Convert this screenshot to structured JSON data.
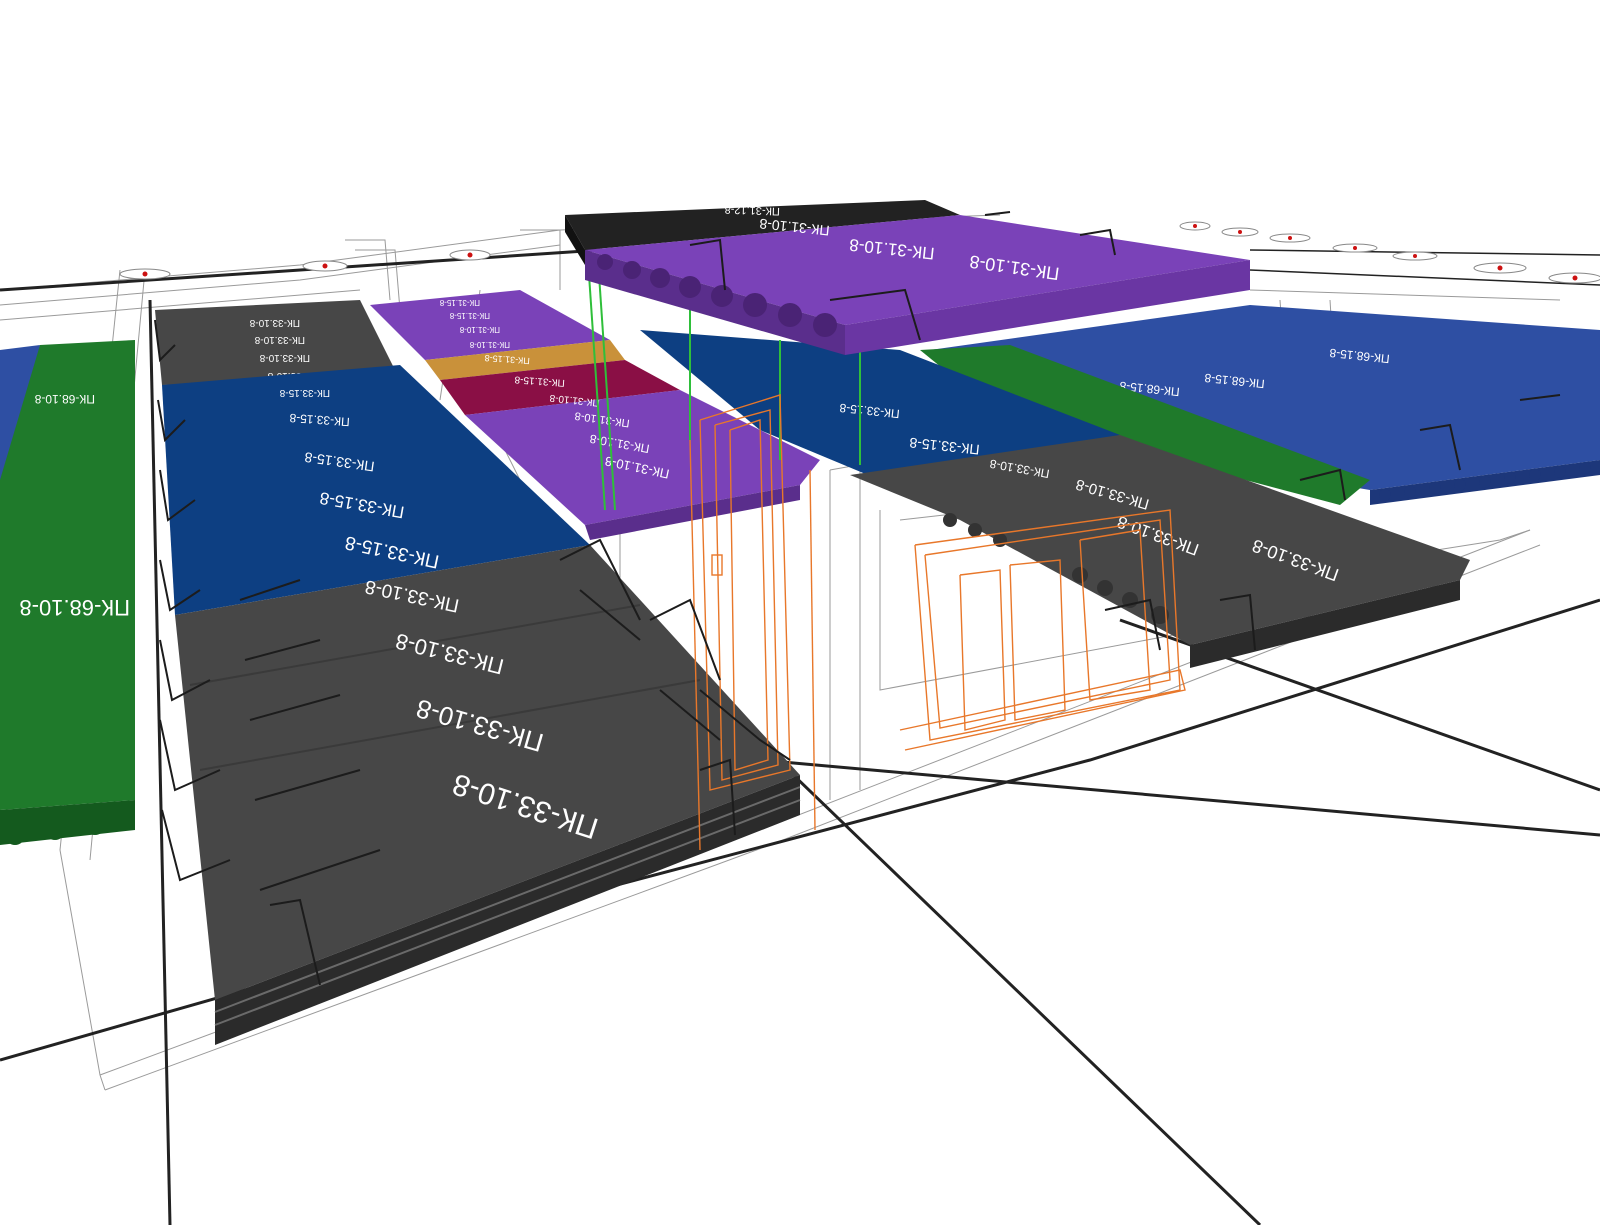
{
  "colors": {
    "slab_dark": "#474747",
    "slab_blue": "#0d3f82",
    "slab_blue_light": "#2e4fa3",
    "slab_purple": "#7a42b8",
    "slab_green": "#1f7a2b",
    "slab_maroon": "#8a0f45",
    "slab_tan": "#c9913a",
    "slab_black": "#222222",
    "door_orange": "#e8772a",
    "rebar": "#1c1c1c",
    "axis_marker_red": "#cc1111"
  },
  "slab_labels": {
    "left_green": "ПК-68.10-8",
    "left_green_far": "ПК-68.10-8",
    "dark_far_1": "ПК-33.10-8",
    "dark_far_2": "ПК-33.10-8",
    "dark_far_3": "ПК-33.10-8",
    "dark_far_4": "ПК-33.10-8",
    "blue_1": "ПК-33.15-8",
    "blue_2": "ПК-33.15-8",
    "blue_3": "ПК-33.15-8",
    "blue_4": "ПК-33.15-8",
    "blue_5": "ПК-33.15-8",
    "dark_near_1": "ПК-33.10-8",
    "dark_near_2": "ПК-33.10-8",
    "dark_near_3": "ПК-33.10-8",
    "dark_near_4": "ПК-33.10-8",
    "purple_small_1": "ПК-31.15-8",
    "purple_small_2": "ПК-31.15-8",
    "purple_small_3": "ПК-31.10-8",
    "purple_small_4": "ПК-31.10-8",
    "tan_1": "ПК-31.15-8",
    "maroon_1": "ПК-31.15-8",
    "purple_mid_1": "ПК-31.10-8",
    "purple_mid_2": "ПК-31.10-8",
    "purple_mid_3": "ПК-31.10-8",
    "purple_mid_4": "ПК-31.10-8",
    "black_top": "ПК-31.12-8",
    "purple_top_1": "ПК-31.10-8",
    "purple_top_2": "ПК-31.10-8",
    "purple_top_3": "ПК-31.10-8",
    "right_blue_1": "ПК-33.15-8",
    "right_blue_2": "ПК-33.15-8",
    "right_dark_1": "ПК-33.10-8",
    "right_dark_2": "ПК-33.10-8",
    "right_dark_3": "ПК-33.10-8",
    "right_dark_4": "ПК-33.10-8",
    "far_blue_1": "ПК-68.15-8",
    "far_blue_2": "ПК-68.15-8",
    "far_blue_3": "ПК-68.15-8"
  }
}
